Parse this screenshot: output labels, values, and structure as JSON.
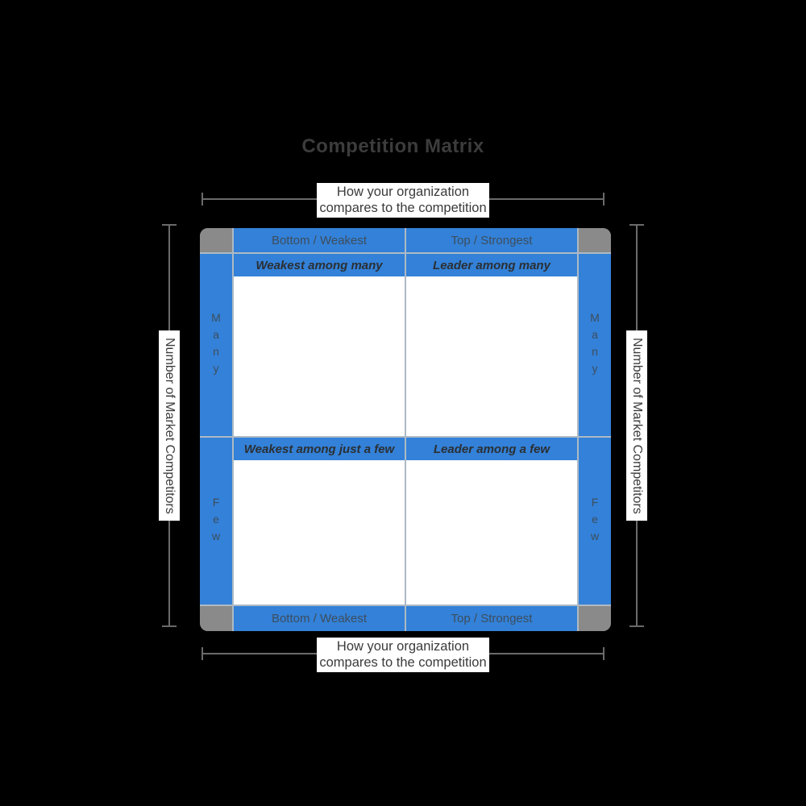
{
  "title": "Competition Matrix",
  "axis": {
    "horizontal": {
      "line1": "How your organization",
      "line2": "compares to the competition"
    },
    "vertical": {
      "label": "Number of Market Competitors"
    }
  },
  "matrix": {
    "column_headers": [
      "Bottom / Weakest",
      "Top / Strongest"
    ],
    "row_headers": [
      "Many",
      "Few"
    ],
    "quadrants": [
      "Weakest among many",
      "Leader among many",
      "Weakest among just a few",
      "Leader among a few"
    ]
  },
  "colors": {
    "background": "#000000",
    "cell_blue": "#3381D8",
    "corner_gray": "#8A8A8A",
    "divider": "#AEBAC4",
    "dimension_line": "#6A6A6A",
    "label_background": "#FFFFFF",
    "title_text": "#3C3C3C",
    "header_text": "#3E4D5D",
    "quadrant_label_text": "#2B2F33",
    "axis_label_text": "#3B3B3B"
  }
}
